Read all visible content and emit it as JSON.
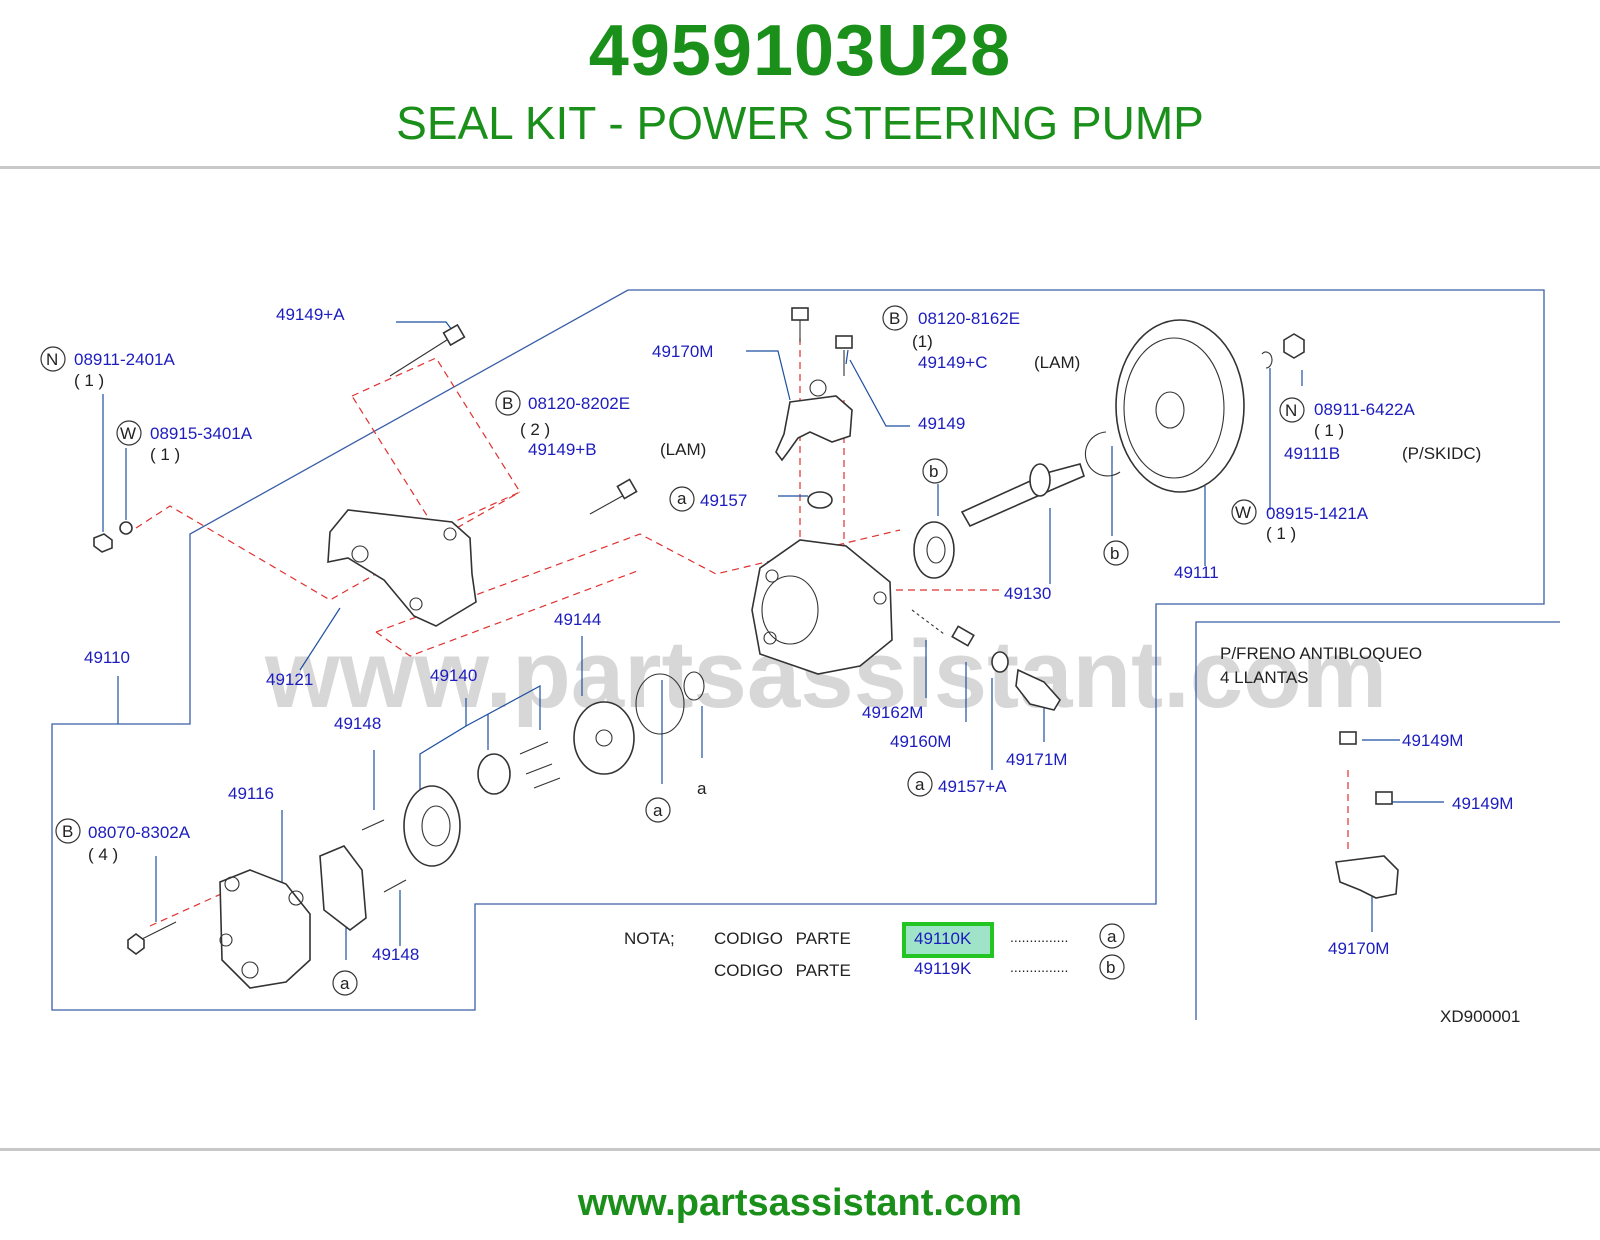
{
  "header": {
    "part_number": "4959103U28",
    "title": "SEAL KIT - POWER STEERING PUMP"
  },
  "footer": {
    "url": "www.partsassistant.com"
  },
  "diagram": {
    "watermark": "www.partsassistant.com",
    "code": "XD900001",
    "labels": {
      "p49149A": "49149+A",
      "n08911_2401A": "08911-2401A",
      "q1a": "( 1 )",
      "w08915_3401A": "08915-3401A",
      "q1b": "( 1 )",
      "b08120_8202E": "08120-8202E",
      "q2": "( 2 )",
      "p49149B": "49149+B",
      "lam1": "(LAM)",
      "p49170M": "49170M",
      "b08120_8162E": "08120-8162E",
      "q1c": "(1)",
      "p49149C": "49149+C",
      "lam2": "(LAM)",
      "p49149": "49149",
      "p49157": "49157",
      "n08911_6422A": "08911-6422A",
      "q1d": "( 1 )",
      "p49111B": "49111B",
      "pskidc": "(P/SKIDC)",
      "w08915_1421A": "08915-1421A",
      "q1e": "( 1 )",
      "p49111": "49111",
      "p49130": "49130",
      "p49110": "49110",
      "p49121": "49121",
      "p49144": "49144",
      "p49140": "49140",
      "p49148a": "49148",
      "p49116": "49116",
      "b08070_8302A": "08070-8302A",
      "q4": "( 4 )",
      "p49148b": "49148",
      "p49162M": "49162M",
      "p49160M": "49160M",
      "p49171M": "49171M",
      "p49157A": "49157+A",
      "pfreno1": "P/FRENO ANTIBLOQUEO",
      "pfreno2": "4 LLANTAS",
      "p49149M_1": "49149M",
      "p49149M_2": "49149M",
      "p49170M_2": "49170M",
      "nota": "NOTA;",
      "codigo1": "CODIGO PARTE",
      "codigo2": "CODIGO PARTE",
      "p49110K": "49110K",
      "p49119K": "49119K",
      "dots1": "...............",
      "dots2": "..............."
    },
    "markers": {
      "N": "N",
      "W": "W",
      "B": "B",
      "a": "a",
      "b": "b"
    }
  },
  "colors": {
    "brand_green": "#1a8f1a",
    "callout_blue": "#1c1cbf",
    "highlight_green": "#22c522",
    "highlight_fill": "#9fe3c8"
  }
}
